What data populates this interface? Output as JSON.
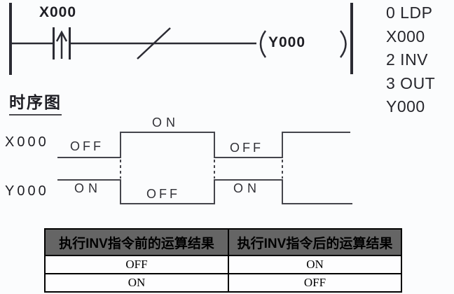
{
  "colors": {
    "background": "#fbfcfd",
    "line": "#2b2b33",
    "wave": "#45454c",
    "text": "#1e1e24",
    "table_header_bg": "#656565",
    "table_border": "#000000"
  },
  "ladder": {
    "contact_label": "X000",
    "coil_label": "Y000"
  },
  "instruction_list": {
    "line1": "0  LDP",
    "line2": "X000",
    "line3": "2  INV",
    "line4": "3  OUT",
    "line5": "Y000"
  },
  "timing": {
    "title": "时序图",
    "rows": [
      {
        "signal": "X000",
        "segments": [
          "OFF",
          "ON",
          "OFF"
        ]
      },
      {
        "signal": "Y000",
        "segments": [
          "ON",
          "OFF",
          "ON"
        ]
      }
    ]
  },
  "table": {
    "headers": [
      "执行INV指令前的运算结果",
      "执行INV指令后的运算结果"
    ],
    "rows": [
      [
        "OFF",
        "ON"
      ],
      [
        "ON",
        "OFF"
      ]
    ]
  }
}
